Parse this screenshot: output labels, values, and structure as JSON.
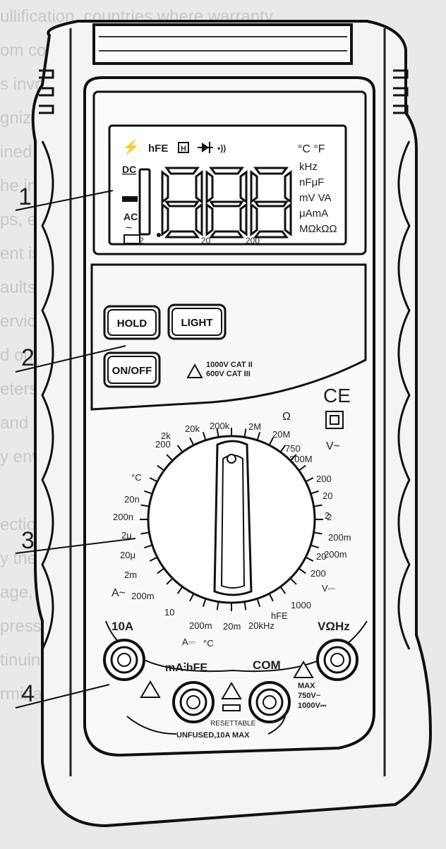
{
  "background_text": [
    "ullification, countries where warranty",
    "om consumables, wear and tear, as wel",
    "s involved. Use is trained and with carefu",
    "gnize  dangers  and  how  to  avoid",
    "ined or altered in the condition in which",
    "he instrument is intended only for use",
    "ps, etc. Therefore, the device can be",
    "ent is switched off.",
    "aults or abnormalities must be reported",
    "ervice and ensure that it cannot be used",
    "d out.",
    "eters is not going to be used for a long",
    "and do not store it in direct sun",
    "y environments (condensation).",
    "",
    "ection modification",
    "y the manufacturer (SEE)",
    "age, the instrument must be checked",
    "pression store against intermediate values",
    "tinuing to the accompanying instrument",
    "rminals."
  ],
  "display": {
    "digits": "-1888",
    "icons": [
      "⚡",
      "hFE",
      "H",
      "diode",
      "•))"
    ],
    "indicators_left": [
      "DC",
      "AC",
      "battery"
    ],
    "units": [
      "°C °F",
      "kHz",
      "nFμF",
      "mV VA",
      "μAmA",
      "MΩkΩΩ"
    ],
    "scale": [
      "2",
      "20",
      "200"
    ]
  },
  "buttons": {
    "hold": "HOLD",
    "light": "LIGHT",
    "onoff": "ON/OFF"
  },
  "warning_rating": [
    "1000V  CAT II",
    "600V  CAT III"
  ],
  "ce_mark": "CE",
  "dial_labels": [
    "200k",
    "2M",
    "20M",
    "200M",
    "20k",
    "2k",
    "200",
    "Ω",
    "°C",
    "20n",
    "200n",
    "2μ",
    "20μ",
    "2m",
    "200m",
    "A~",
    "10",
    "200m",
    "20m",
    "20kHz",
    "hFE",
    "1000",
    "V⎓",
    "200",
    "20",
    "2",
    "200m",
    "750",
    "200",
    "20",
    "2",
    "200m",
    "V~",
    "A⎓",
    "°C"
  ],
  "jacks": {
    "a10": "10A",
    "ma": "mA⫶hFE",
    "com": "COM",
    "vohz": "VΩHz"
  },
  "max_text": [
    "MAX",
    "750V~",
    "1000V⎓"
  ],
  "fuse_text": [
    "RESETTABLE",
    "UNFUSED,10A MAX"
  ],
  "callouts": [
    "1",
    "2",
    "3",
    "4"
  ]
}
